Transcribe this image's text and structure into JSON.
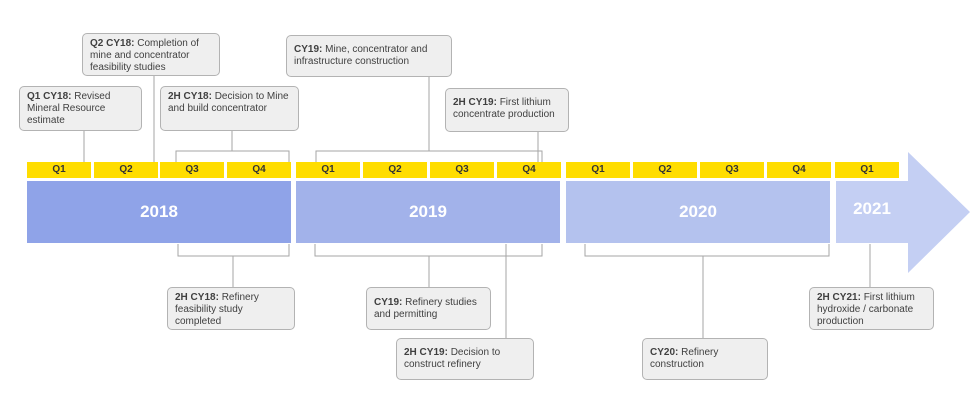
{
  "years": [
    {
      "label": "2018",
      "quarters": [
        "Q1",
        "Q2",
        "Q3",
        "Q4"
      ],
      "color": "#8fa3e8"
    },
    {
      "label": "2019",
      "quarters": [
        "Q1",
        "Q2",
        "Q3",
        "Q4"
      ],
      "color": "#a2b2ea"
    },
    {
      "label": "2020",
      "quarters": [
        "Q1",
        "Q2",
        "Q3",
        "Q4"
      ],
      "color": "#b4c2ee"
    },
    {
      "label": "2021",
      "quarters": [
        "Q1"
      ],
      "color": "#c4cff3"
    }
  ],
  "milestones": [
    {
      "tag": "Q1 CY18:",
      "text": "Revised Mineral Resource estimate"
    },
    {
      "tag": "Q2 CY18:",
      "text": "Completion of mine and concentrator feasibility studies"
    },
    {
      "tag": "2H CY18:",
      "text": "Decision to Mine and build concentrator"
    },
    {
      "tag": "CY19:",
      "text": "Mine, concentrator and infrastructure construction"
    },
    {
      "tag": "2H CY19:",
      "text": "First lithium concentrate production"
    },
    {
      "tag": "2H CY18:",
      "text": "Refinery feasibility study completed"
    },
    {
      "tag": "CY19:",
      "text": "Refinery studies and permitting"
    },
    {
      "tag": "2H CY19:",
      "text": "Decision to construct refinery"
    },
    {
      "tag": "CY20:",
      "text": "Refinery construction"
    },
    {
      "tag": "2H CY21:",
      "text": "First lithium hydroxide / carbonate production"
    }
  ]
}
